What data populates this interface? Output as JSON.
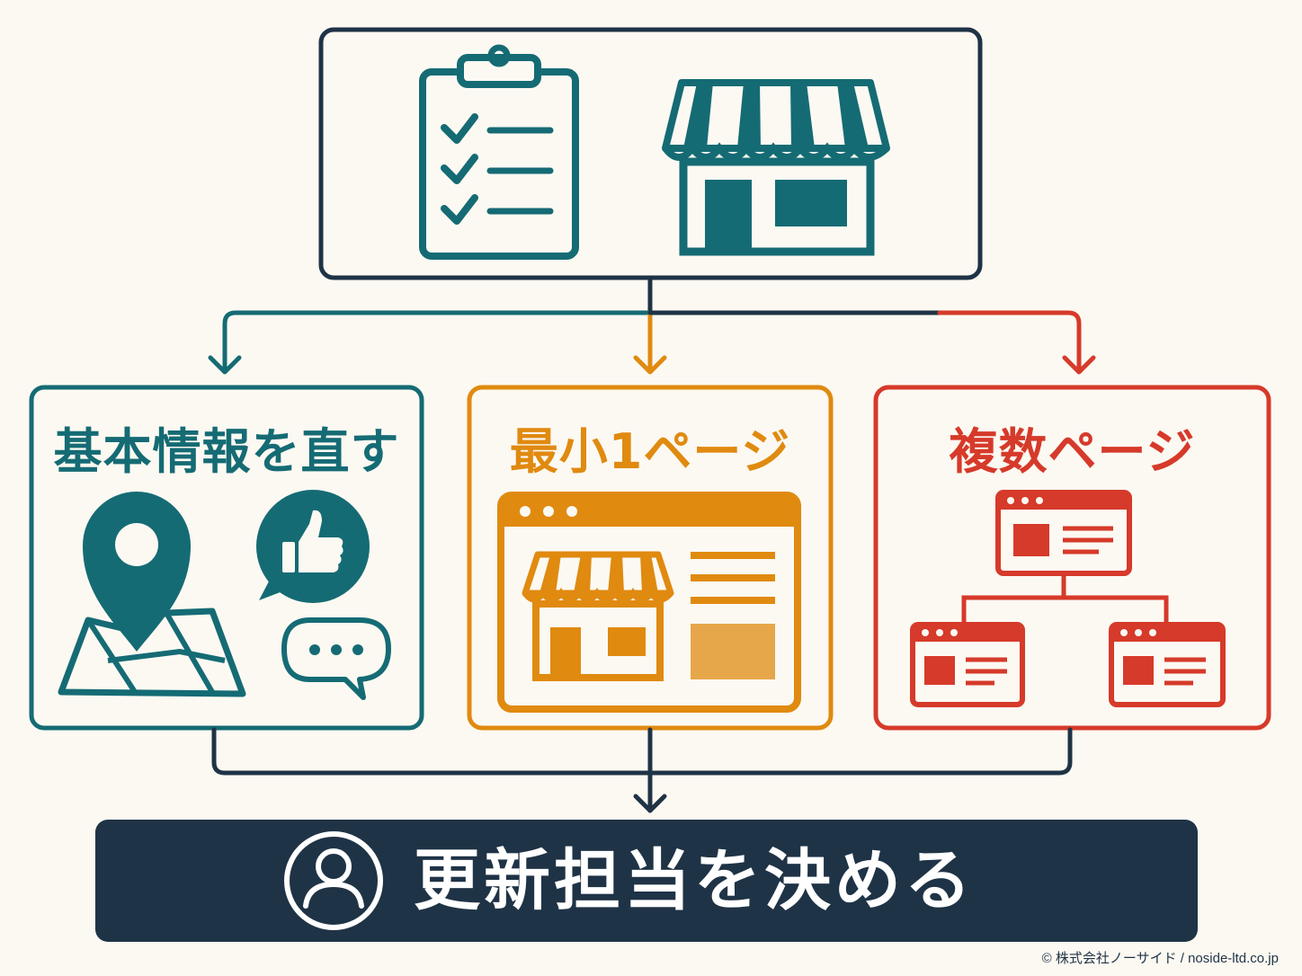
{
  "colors": {
    "navy": "#1f3346",
    "teal": "#156b74",
    "orange": "#e08a10",
    "red": "#d63a2a",
    "background": "#fcf9f2"
  },
  "top_box": {
    "icons": [
      "clipboard-checklist-icon",
      "storefront-icon"
    ]
  },
  "options": [
    {
      "title": "基本情報を直す",
      "color": "#156b74",
      "icons": [
        "map-pin-icon",
        "thumbs-up-bubble-icon",
        "chat-dots-bubble-icon"
      ]
    },
    {
      "title": "最小1ページ",
      "color": "#e08a10",
      "icons": [
        "browser-window-icon",
        "storefront-icon"
      ]
    },
    {
      "title": "複数ページ",
      "color": "#d63a2a",
      "icons": [
        "sitemap-pages-icon"
      ]
    }
  ],
  "action": {
    "label": "更新担当を決める",
    "icon": "user-circle-icon"
  },
  "credit": "© 株式会社ノーサイド / noside-ltd.co.jp"
}
